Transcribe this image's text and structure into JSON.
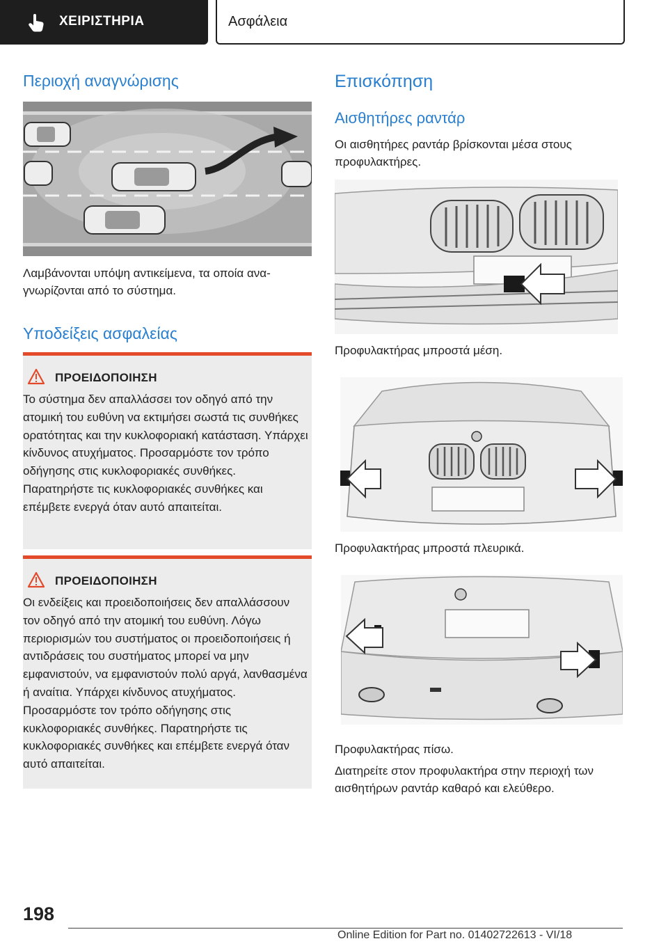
{
  "tabs": {
    "chapter": "ΧΕΙΡΙΣΤΗΡΙΑ",
    "section": "Ασφάλεια"
  },
  "left": {
    "detection_title": "Περιοχή αναγνώρισης",
    "detection_text": "Λαμβάνονται υπόψη αντικείμενα, τα οποία ανα­γνωρίζονται από το σύστημα.",
    "safety_title": "Υποδείξεις ασφαλείας",
    "warnings": [
      {
        "heading": "ΠΡΟΕΙΔΟΠΟΙΗΣΗ",
        "text": "Το σύστημα δεν απαλλάσσει τον οδηγό από την ατομική του ευθύνη να εκτιμήσει σωστά τις συνθήκες ορατότητας και την κυκλοφοριακή κατάσταση. Υπάρχει κίνδυνος ατυχήματος. Προσαρμόστε τον τρόπο οδήγησης στις κυκλο­φοριακές συνθήκες. Παρατηρήστε τις κυκλο­φοριακές συνθήκες και επέμβετε ενεργά όταν αυτό απαιτείται."
      },
      {
        "heading": "ΠΡΟΕΙΔΟΠΟΙΗΣΗ",
        "text": "Οι ενδείξεις και προειδοποιήσεις δεν απαλλάσ­σουν τον οδηγό από την ατομική του ευθύνη. Λόγω περιορισμών του συστήματος οι προειδο­ποιήσεις ή αντιδράσεις του συστήματος μπορεί να μην εμφανιστούν, να εμφανιστούν πολύ αργά, λανθασμένα ή αναίτια. Υπάρχει κίνδυνος ατυχήματος. Προσαρμόστε τον τρόπο οδήγη­σης στις κυκλοφοριακές συνθήκες. Παρατηρή­στε τις κυκλοφοριακές συνθήκες και επέμβετε ενεργά όταν αυτό απαιτείται."
      }
    ]
  },
  "right": {
    "overview_title": "Επισκόπηση",
    "radar_title": "Αισθητήρες ραντάρ",
    "radar_text": "Οι αισθητήρες ραντάρ βρίσκονται μέσα στους προφυλακτήρες.",
    "caption_front_middle": "Προφυλακτήρας μπροστά μέση.",
    "caption_front_side": "Προφυλακτήρας μπροστά πλευρικά.",
    "caption_rear": "Προφυλακτήρας πίσω.",
    "closing_text": "Διατηρείτε στον προφυλακτήρα στην περιοχή των αισθητήρων ραντάρ καθαρό και ελεύθερο."
  },
  "footer": {
    "page_number": "198",
    "edition": "Online Edition for Part no. 01402722613 - VI/18"
  },
  "colors": {
    "heading_blue": "#2a7fcf",
    "warning_red": "#e24a2a",
    "warning_bg": "#ececec",
    "tab_dark": "#1e1e1e"
  }
}
